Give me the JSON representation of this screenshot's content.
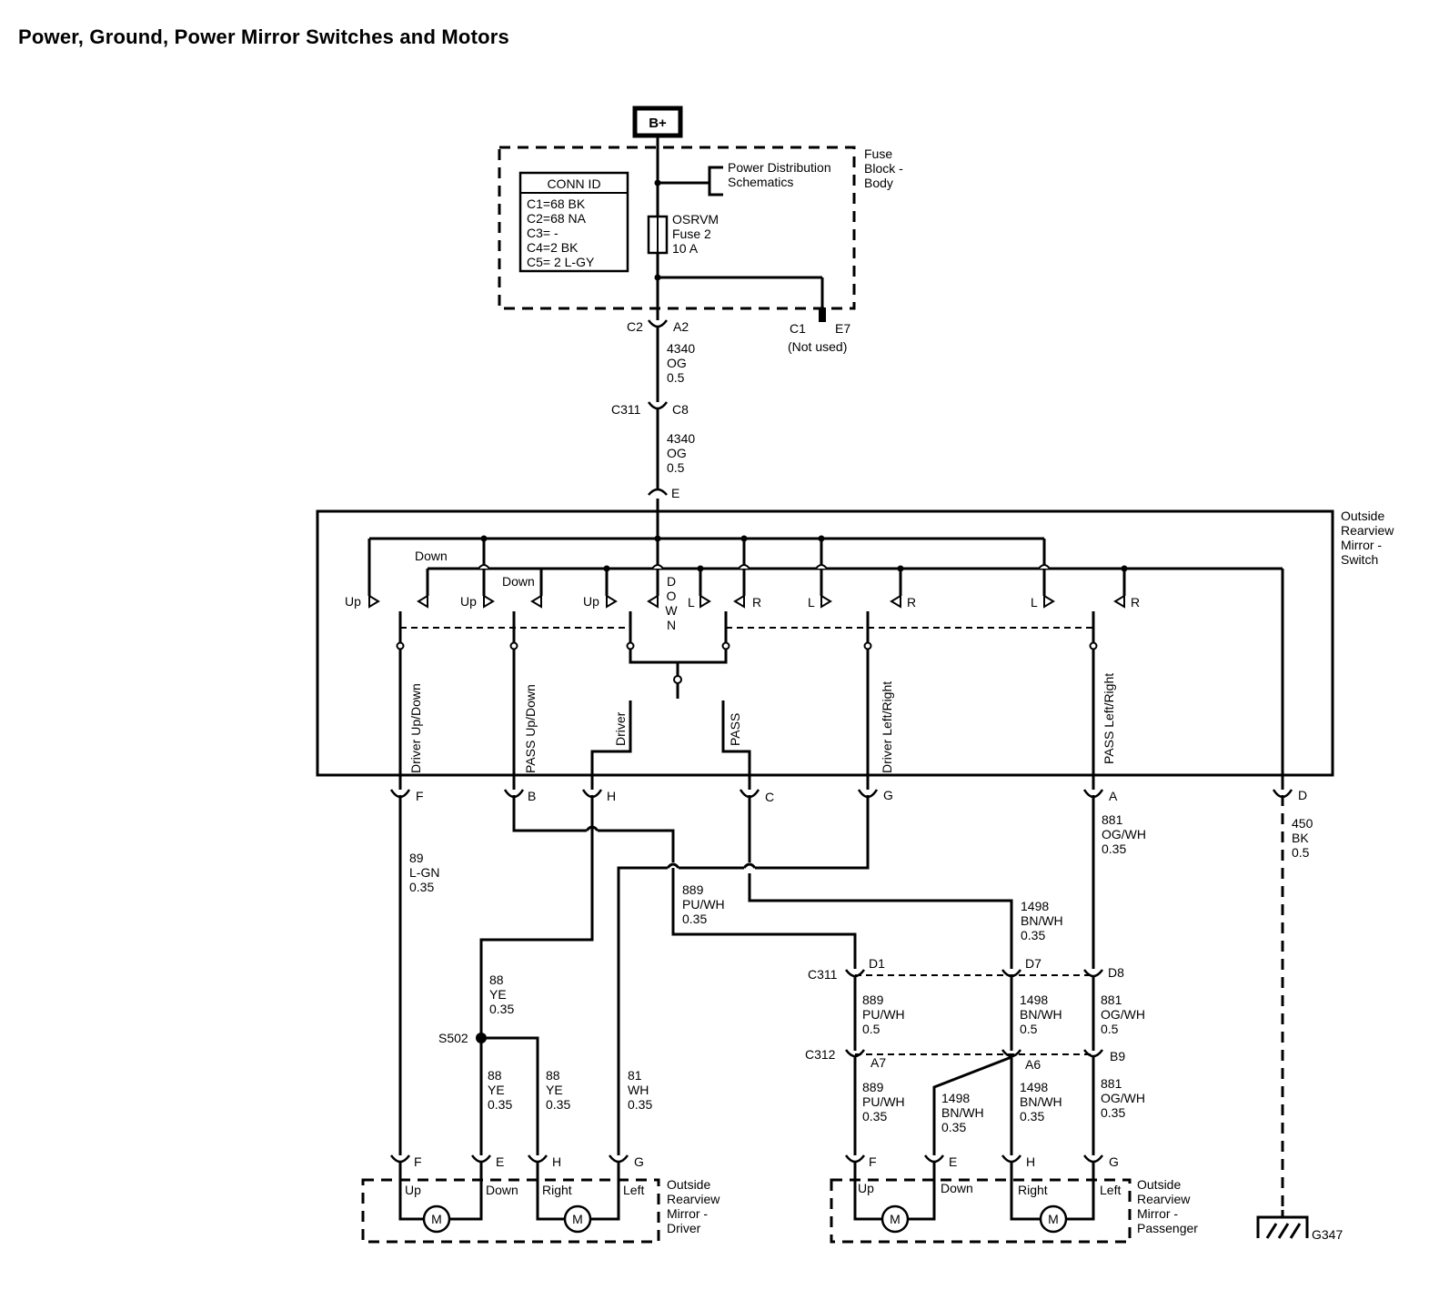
{
  "title": "Power, Ground, Power Mirror Switches and Motors",
  "power": {
    "source": "B+"
  },
  "fuse_block": {
    "label": [
      "Fuse",
      "Block -",
      "Body"
    ],
    "power_ref": [
      "Power Distribution",
      "Schematics"
    ],
    "conn_id": {
      "header": "CONN ID",
      "rows": [
        "C1=68 BK",
        "C2=68 NA",
        "C3= -",
        "C4=2 BK",
        "C5= 2 L-GY"
      ]
    },
    "fuse": [
      "OSRVM",
      "Fuse 2",
      "10 A"
    ],
    "conn_c2": "C2",
    "pin_a2": "A2",
    "conn_c1": "C1",
    "pin_e7": "E7",
    "not_used": "(Not used)"
  },
  "wire_4340_a": [
    "4340",
    "OG",
    "0.5"
  ],
  "c311_top": {
    "conn": "C311",
    "pin": "C8"
  },
  "wire_4340_b": [
    "4340",
    "OG",
    "0.5"
  ],
  "switch": {
    "label": [
      "Outside",
      "Rearview",
      "Mirror -",
      "Switch"
    ],
    "pin_e": "E",
    "contacts": {
      "down1": "Down",
      "down2": "Down",
      "up1": "Up",
      "up2": "Up",
      "up3": "Up",
      "down_vertical": [
        "D",
        "O",
        "W",
        "N"
      ],
      "l1": "L",
      "r1": "R",
      "l2": "L",
      "r2": "R",
      "l3": "L",
      "r3": "R"
    },
    "circuits": {
      "driver_updown": "Driver Up/Down",
      "pass_updown": "PASS Up/Down",
      "driver": "Driver",
      "pass": "PASS",
      "driver_leftright": "Driver Left/Right",
      "pass_leftright": "PASS Left/Right"
    },
    "pins": {
      "f": "F",
      "b": "B",
      "h": "H",
      "c": "C",
      "g": "G",
      "a": "A",
      "d": "D"
    }
  },
  "wires": {
    "w89": [
      "89",
      "L-GN",
      "0.35"
    ],
    "w889": [
      "889",
      "PU/WH",
      "0.35"
    ],
    "w881": [
      "881",
      "OG/WH",
      "0.35"
    ],
    "w450": [
      "450",
      "BK",
      "0.5"
    ],
    "w1498": [
      "1498",
      "BN/WH",
      "0.35"
    ],
    "w88_top": [
      "88",
      "YE",
      "0.35"
    ],
    "w88_left": [
      "88",
      "YE",
      "0.35"
    ],
    "w88_right": [
      "88",
      "YE",
      "0.35"
    ],
    "w81": [
      "81",
      "WH",
      "0.35"
    ],
    "w889_mid": [
      "889",
      "PU/WH",
      "0.5"
    ],
    "w1498_mid": [
      "1498",
      "BN/WH",
      "0.5"
    ],
    "w881_mid": [
      "881",
      "OG/WH",
      "0.5"
    ],
    "w889_low": [
      "889",
      "PU/WH",
      "0.35"
    ],
    "w1498_lowleft": [
      "1498",
      "BN/WH",
      "0.35"
    ],
    "w1498_lowright": [
      "1498",
      "BN/WH",
      "0.35"
    ],
    "w881_low": [
      "881",
      "OG/WH",
      "0.35"
    ]
  },
  "splice": "S502",
  "c311": {
    "conn": "C311",
    "d1": "D1",
    "d7": "D7",
    "d8": "D8"
  },
  "c312": {
    "conn": "C312",
    "a7": "A7",
    "a6": "A6",
    "b9": "B9"
  },
  "driver_mirror": {
    "label": [
      "Outside",
      "Rearview",
      "Mirror -",
      "Driver"
    ],
    "pins": {
      "f": "F",
      "e": "E",
      "h": "H",
      "g": "G"
    },
    "terminals": {
      "up": "Up",
      "down": "Down",
      "right": "Right",
      "left": "Left"
    },
    "motor": "M"
  },
  "passenger_mirror": {
    "label": [
      "Outside",
      "Rearview",
      "Mirror -",
      "Passenger"
    ],
    "pins": {
      "f": "F",
      "e": "E",
      "h": "H",
      "g": "G"
    },
    "terminals": {
      "up": "Up",
      "down": "Down",
      "right": "Right",
      "left": "Left"
    },
    "motor": "M"
  },
  "ground": "G347"
}
